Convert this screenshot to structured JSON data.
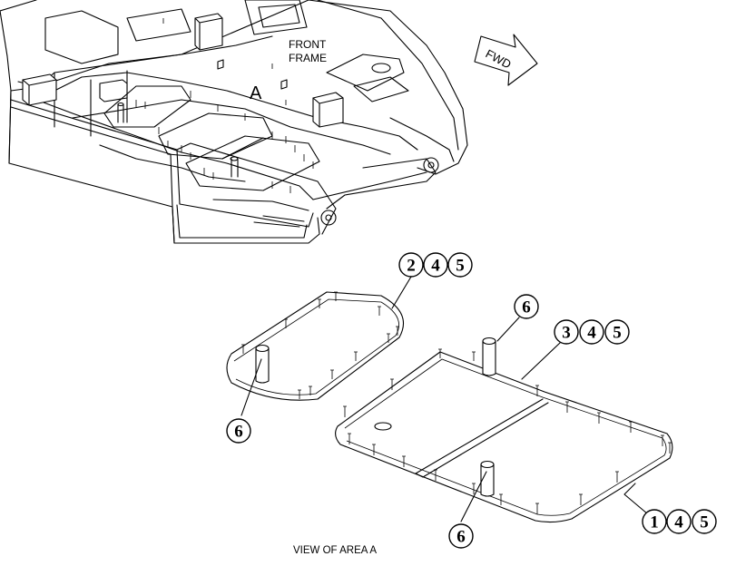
{
  "labels": {
    "front_frame_line1": "FRONT",
    "front_frame_line2": "FRAME",
    "area_letter": "A",
    "fwd": "FWD",
    "view_caption": "VIEW OF AREA  A"
  },
  "callouts": {
    "cover_upper": [
      "2",
      "4",
      "5"
    ],
    "cover_lower": [
      "3",
      "4",
      "5"
    ],
    "plate_lower": [
      "1",
      "4",
      "5"
    ],
    "pin_top": "6",
    "pin_left": "6",
    "pin_bottom": "6"
  }
}
